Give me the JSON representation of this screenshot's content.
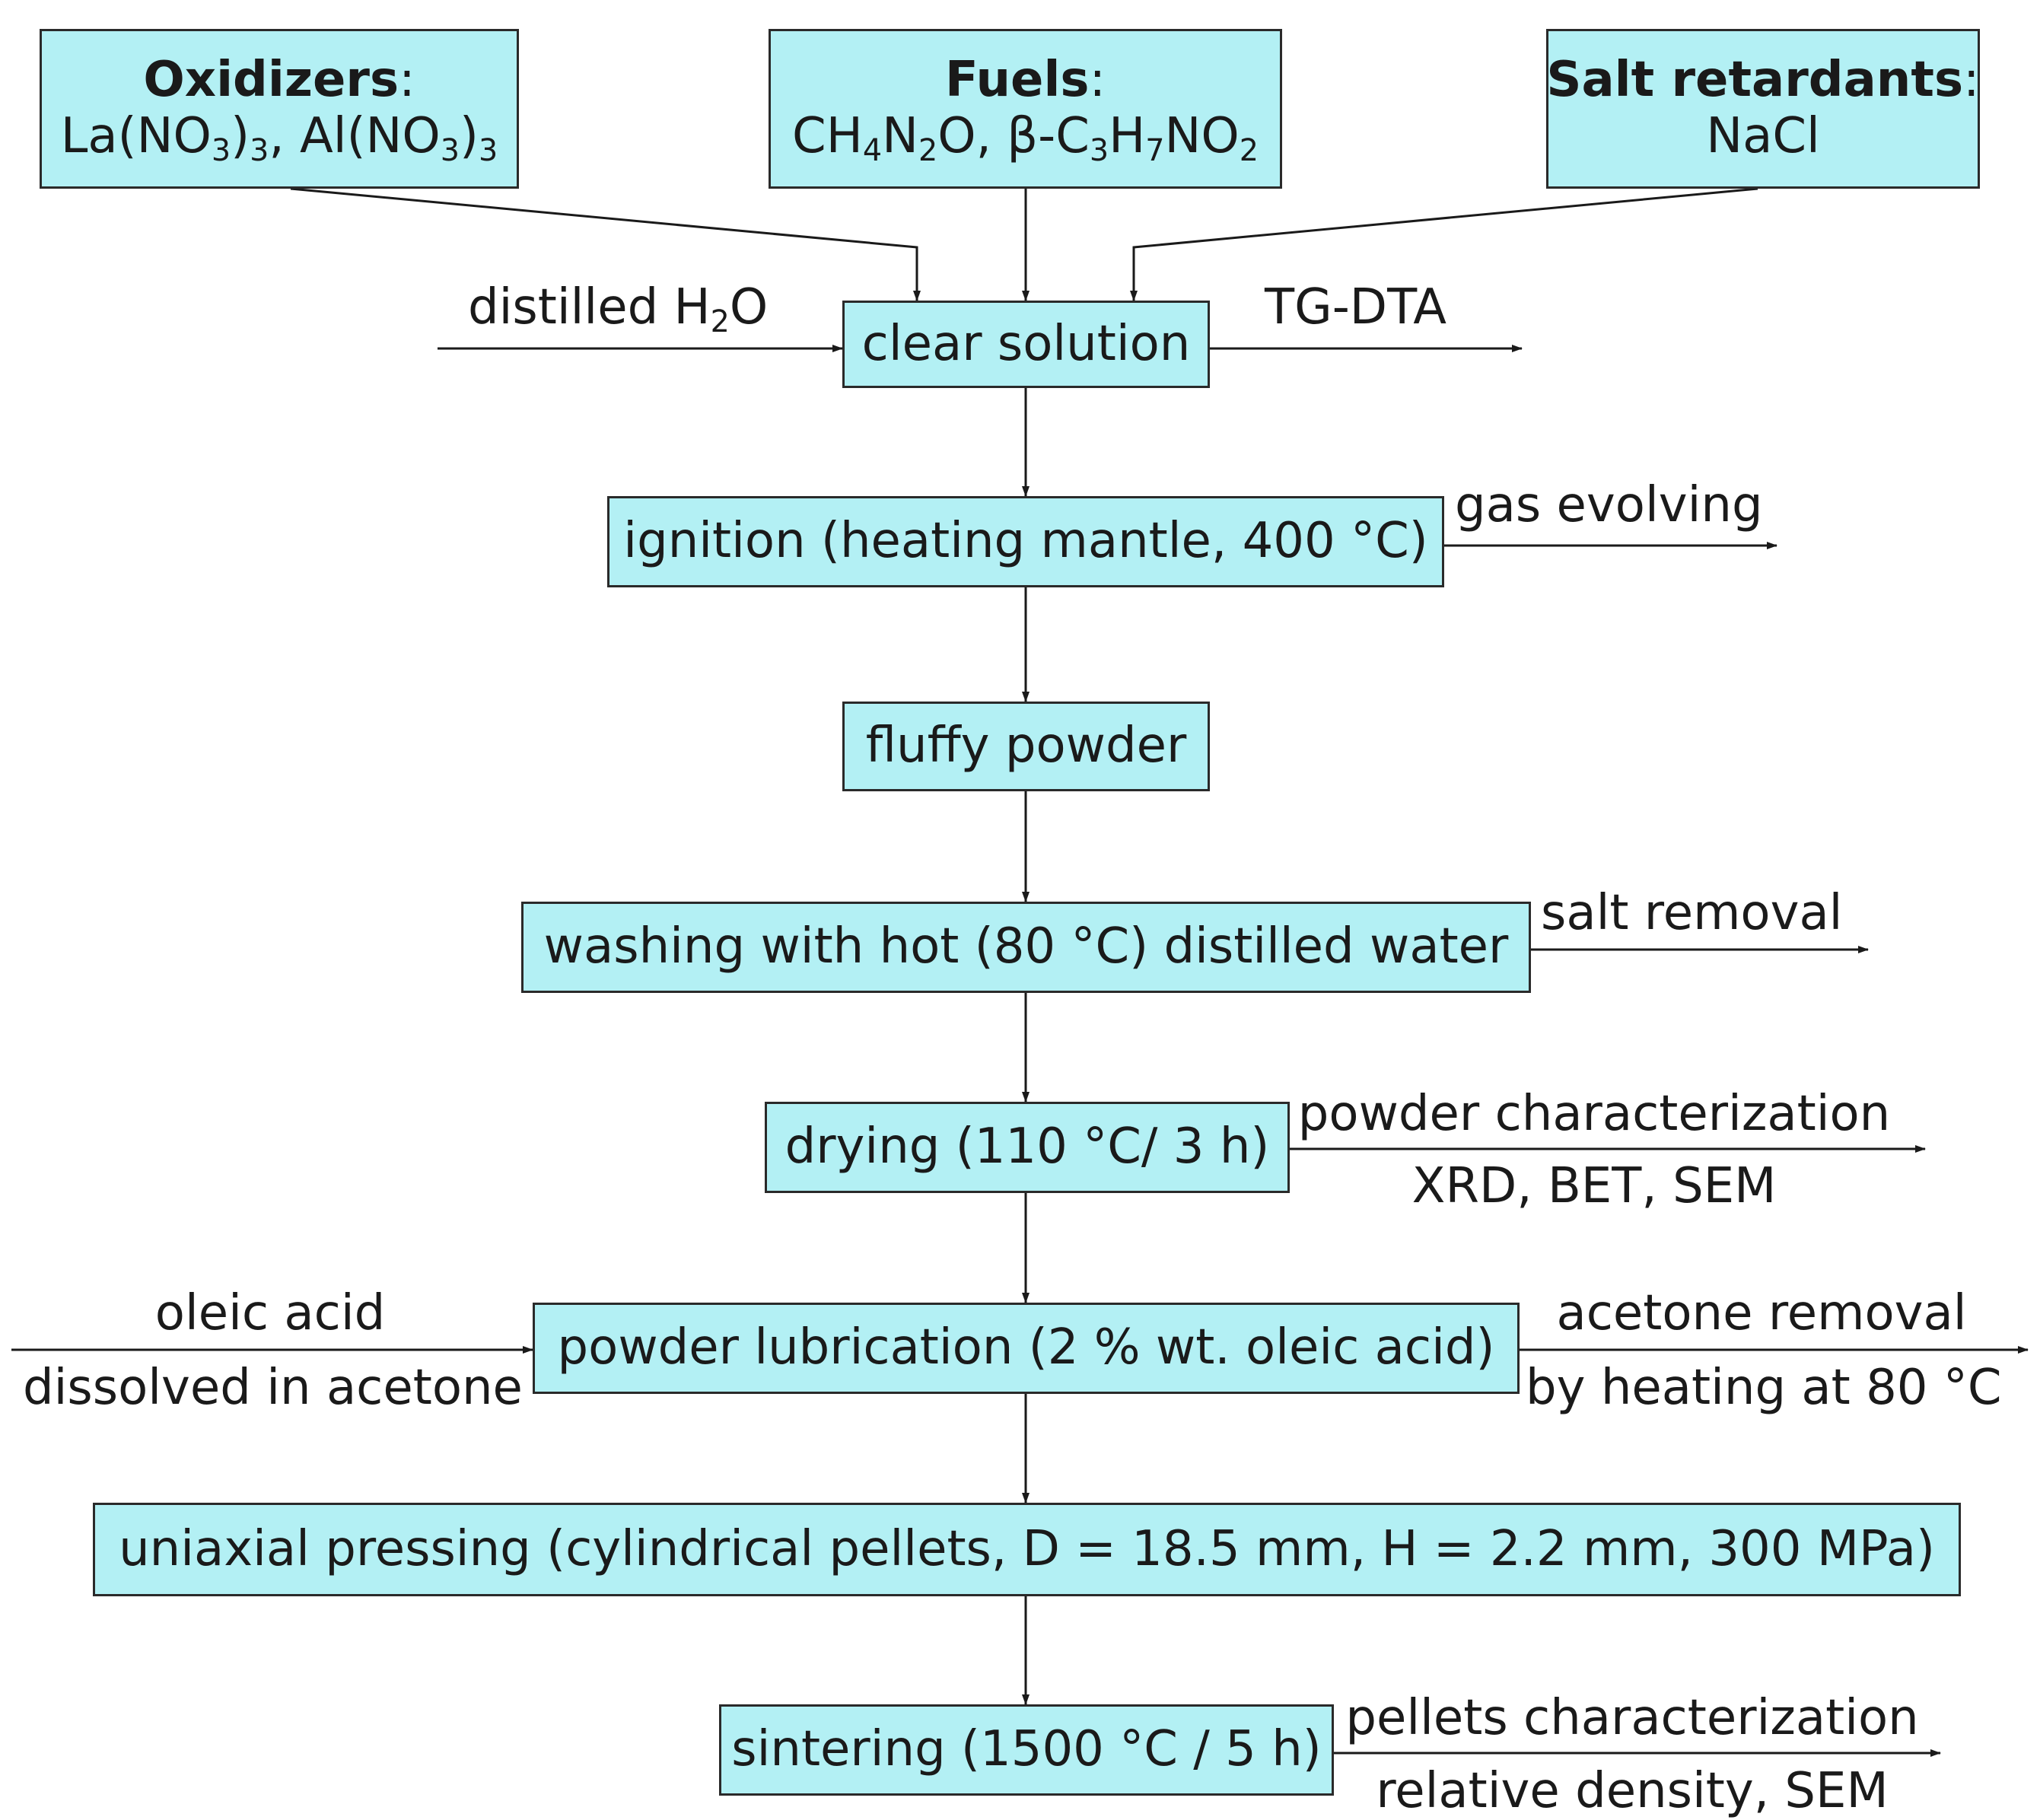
{
  "inputs": {
    "oxidizers": {
      "heading": "Oxidizers",
      "colon": ":",
      "t1": "La(NO",
      "s1": "3",
      "t2": ")",
      "s2": "3",
      "t3": ", Al(NO",
      "s3": "3",
      "t4": ")",
      "s4": "3"
    },
    "fuels": {
      "heading": "Fuels",
      "colon": ":",
      "t1": "CH",
      "s1": "4",
      "t2": "N",
      "s2": "2",
      "t3": "O, β-C",
      "s3": "3",
      "t4": "H",
      "s4": "7",
      "t5": "NO",
      "s5": "2"
    },
    "salt": {
      "heading": "Salt retardants",
      "colon": ":",
      "value": "NaCl"
    }
  },
  "steps": {
    "clear_solution": "clear solution",
    "ignition": "ignition (heating mantle, 400 °C)",
    "fluffy_powder": "fluffy powder",
    "washing": "washing with hot (80 °C) distilled water",
    "drying": "drying (110 °C/ 3 h)",
    "lubrication": "powder lubrication (2 % wt. oleic acid)",
    "pressing": "uniaxial pressing (cylindrical pellets, D = 18.5 mm, H = 2.2 mm, 300 MPa)",
    "sintering": "sintering (1500 °C / 5 h)"
  },
  "side": {
    "water": {
      "t1": "distilled H",
      "s1": "2",
      "t2": "O"
    },
    "tgdta": "TG-DTA",
    "gas": "gas evolving",
    "salt_removal": "salt removal",
    "powder_char": {
      "line1": "powder characterization",
      "line2": "XRD, BET, SEM"
    },
    "oleic": {
      "line1": "oleic acid",
      "line2": "dissolved in acetone"
    },
    "acetone": {
      "line1": "acetone removal",
      "line2": "by heating at 80 °C"
    },
    "pellets_char": {
      "line1": "pellets characterization",
      "line2": "relative density, SEM"
    }
  }
}
